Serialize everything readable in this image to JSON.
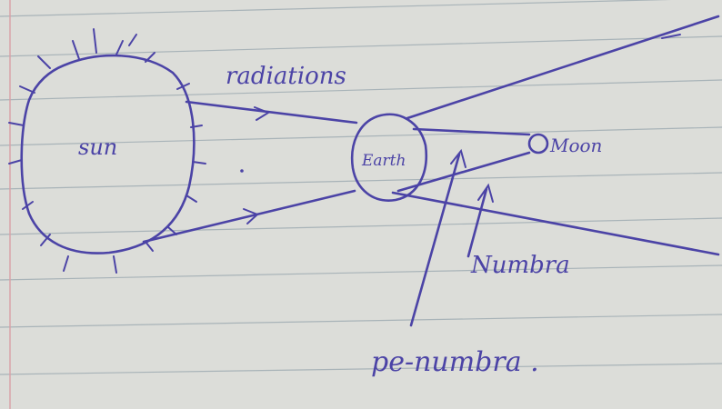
{
  "diagram": {
    "labels": {
      "sun": "sun",
      "earth": "Earth",
      "moon": "Moon",
      "radiations": "radiations",
      "umbra": "Numbra",
      "penumbra": "pe-numbra ."
    },
    "colors": {
      "ink": "#4b43a6",
      "paper": "#d9dad6",
      "rule": "#a8b3b8",
      "margin": "#d9a0a6"
    }
  }
}
